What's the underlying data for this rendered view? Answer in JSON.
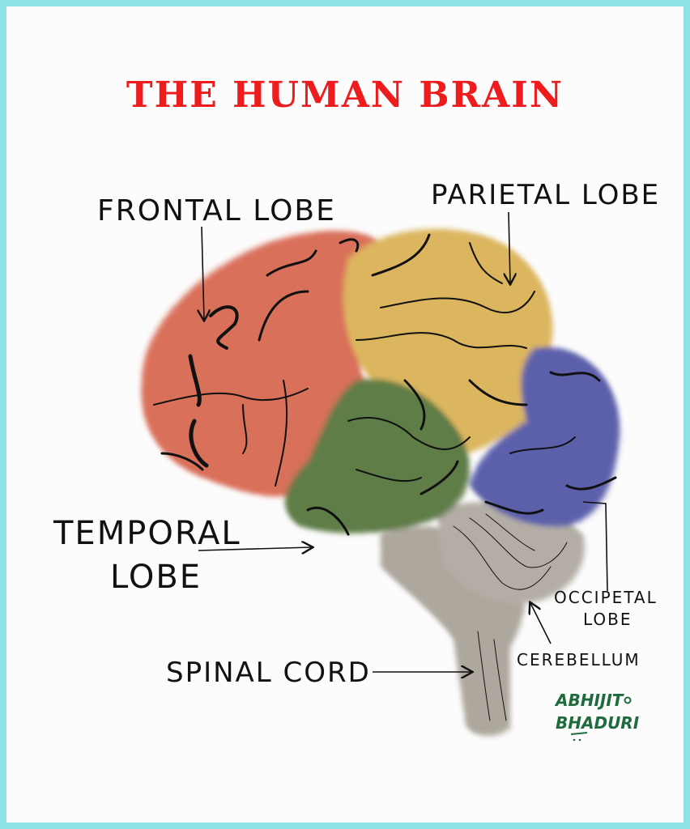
{
  "title": "THE HUMAN BRAIN",
  "labels": {
    "frontal": "FRONTAL LOBE",
    "parietal": "PARIETAL LOBE",
    "temporal_1": "TEMPORAL",
    "temporal_2": "LOBE",
    "occipital_1": "OCCIPETAL",
    "occipital_2": "LOBE",
    "cerebellum": "CEREBELLUM",
    "spinal": "SPINAL CORD"
  },
  "signature": {
    "line1": "ABHIJIT",
    "line2": "BHADURI"
  },
  "colors": {
    "border": "#8fe3e6",
    "title": "#ee1c1c",
    "frontal": "#d9705a",
    "parietal": "#dcb65e",
    "temporal": "#5f7d47",
    "occipital": "#5c60aa",
    "stem": "#a49d92",
    "signature": "#1e6b3c"
  }
}
